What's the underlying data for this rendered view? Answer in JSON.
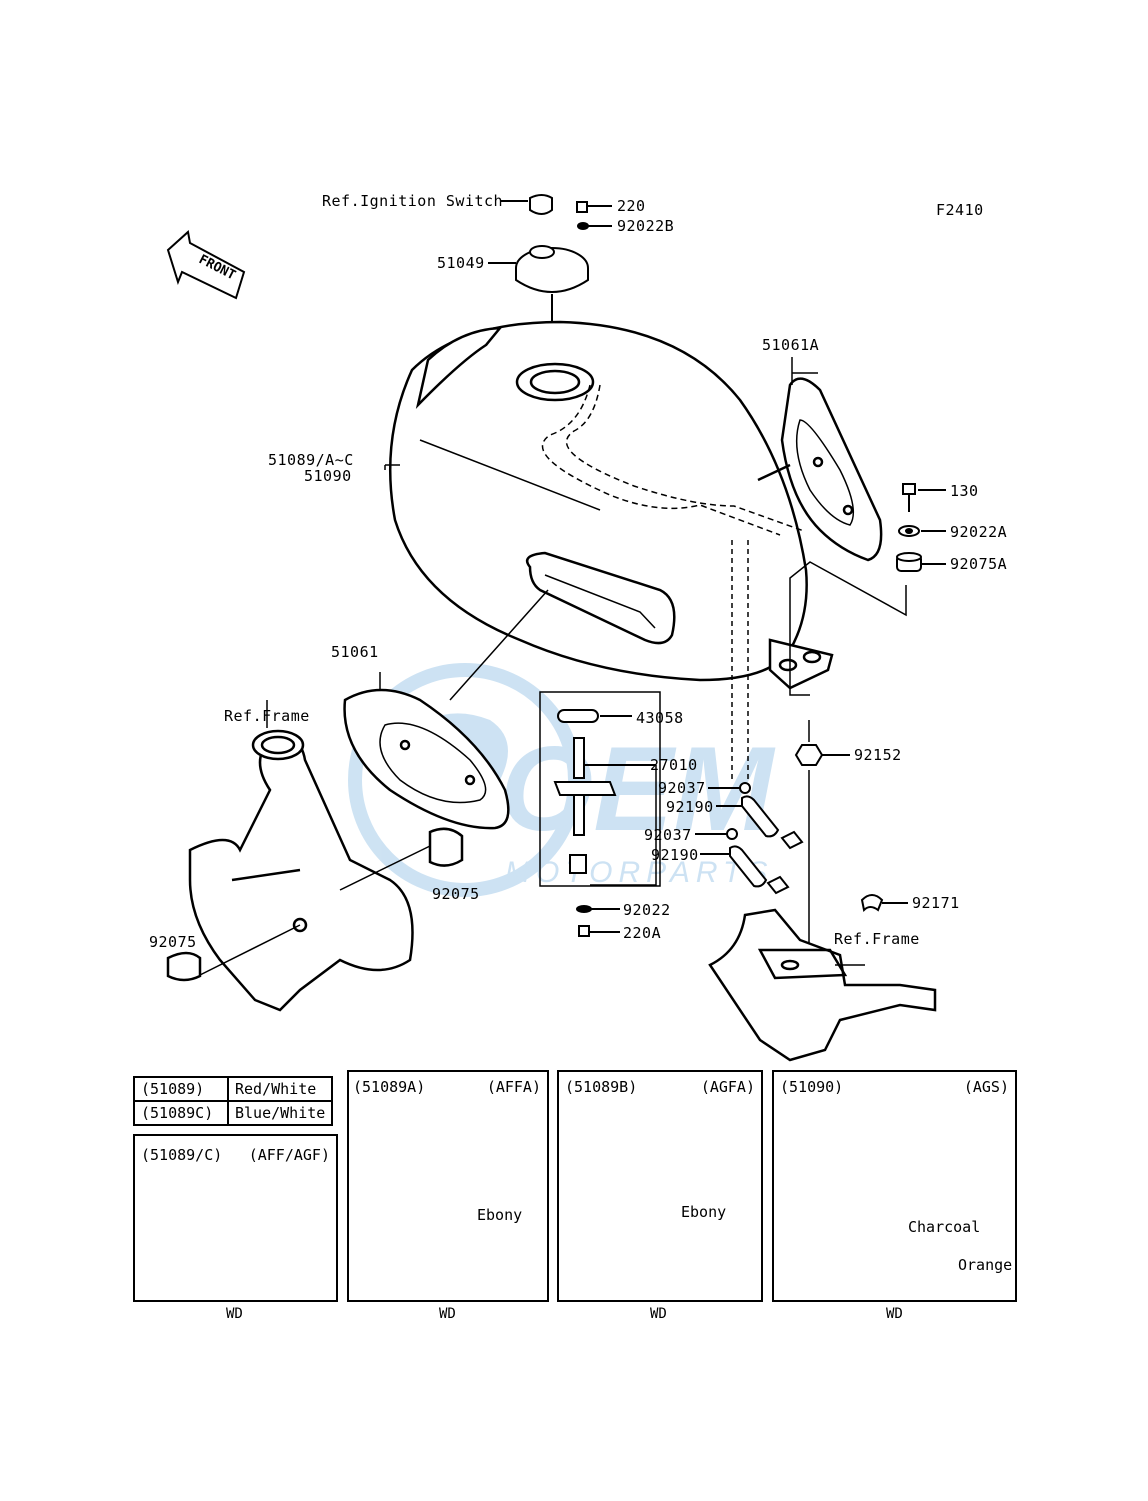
{
  "figure_code": "F2410",
  "front_label": "FRONT",
  "watermark": {
    "brand": "OEM",
    "sub": "MOTORPARTS"
  },
  "callouts": {
    "ref_ignition": "Ref.Ignition Switch",
    "p220": "220",
    "p92022B": "92022B",
    "p51049": "51049",
    "p51061A": "51061A",
    "p51089": "51089/A~C",
    "p51090": "51090",
    "p130": "130",
    "p92022A": "92022A",
    "p92075A": "92075A",
    "p51061": "51061",
    "ref_frame_left": "Ref.Frame",
    "p43058": "43058",
    "p27010": "27010",
    "p92152": "92152",
    "p92037a": "92037",
    "p92190a": "92190",
    "p92037b": "92037",
    "p92190b": "92190",
    "p92075_mid": "92075",
    "p92022": "92022",
    "p220A": "220A",
    "p92171": "92171",
    "ref_frame_right": "Ref.Frame",
    "p92075_left": "92075"
  },
  "color_table": {
    "rows": [
      {
        "code": "(51089)",
        "color": "Red/White"
      },
      {
        "code": "(51089C)",
        "color": "Blue/White"
      }
    ]
  },
  "variant_boxes": [
    {
      "code": "(51089/C)",
      "variant": "(AFF/AGF)",
      "note": "",
      "note2": "",
      "footer": "WD"
    },
    {
      "code": "(51089A)",
      "variant": "(AFFA)",
      "note": "Ebony",
      "note2": "",
      "footer": "WD"
    },
    {
      "code": "(51089B)",
      "variant": "(AGFA)",
      "note": "Ebony",
      "note2": "",
      "footer": "WD"
    },
    {
      "code": "(51090)",
      "variant": "(AGS)",
      "note": "Charcoal",
      "note2": "Orange",
      "footer": "WD"
    }
  ]
}
